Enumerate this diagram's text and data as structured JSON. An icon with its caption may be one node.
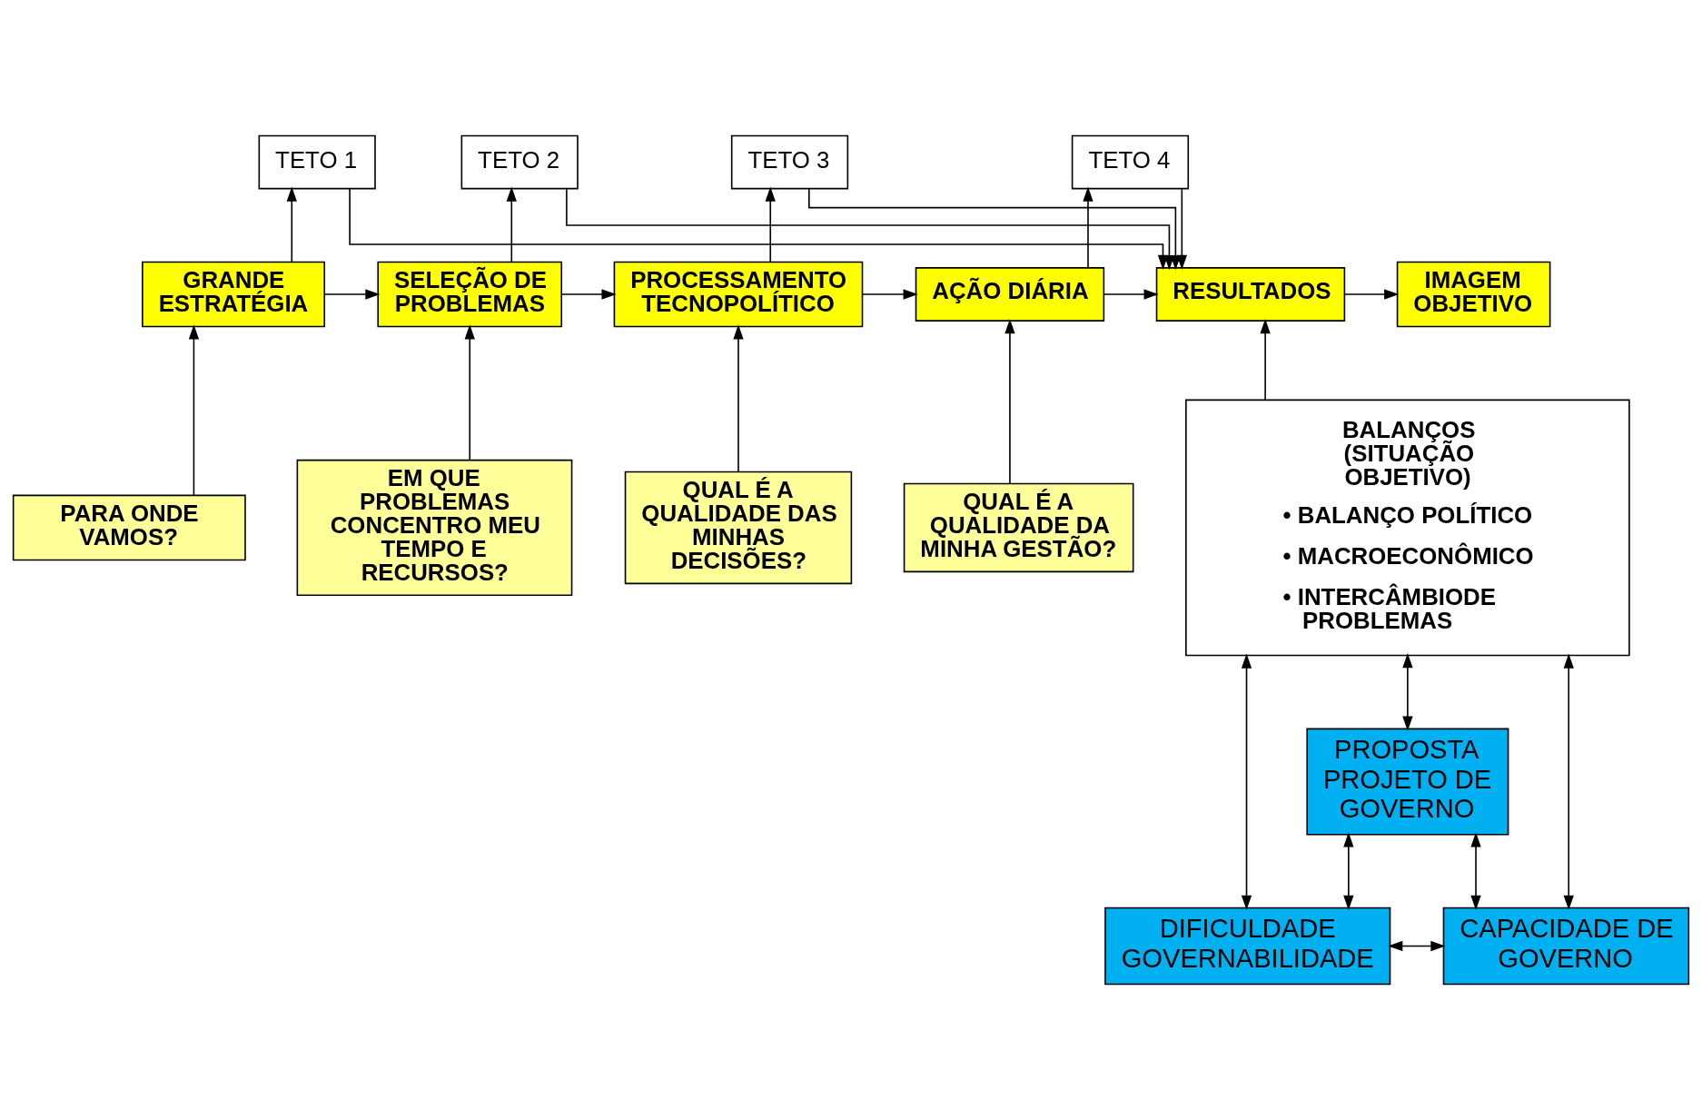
{
  "diagram": {
    "nodes": [
      {
        "text": [
          "TETO 1"
        ]
      },
      {
        "text": [
          "TETO 2"
        ]
      },
      {
        "text": [
          "TETO 3"
        ]
      },
      {
        "text": [
          "TETO 4"
        ]
      },
      {
        "text": [
          "GRANDE ESTRATÉGIA"
        ]
      },
      {
        "text": [
          "SELEÇÃO DE PROBLEMAS"
        ]
      },
      {
        "text": [
          "PROCESSAMENTO TECNOPOLÍTICO"
        ]
      },
      {
        "text": [
          "AÇÃO DIÁRIA"
        ]
      },
      {
        "text": [
          "RESULTADOS"
        ]
      },
      {
        "text": [
          "IMAGEM OBJETIVO"
        ]
      },
      {
        "text": [
          "PARA ONDE VAMOS?"
        ]
      },
      {
        "text": [
          "EM QUE PROBLEMAS CONCENTRO MEU TEMPO E RECURSOS?"
        ]
      },
      {
        "text": [
          "QUAL É A QUALIDADE DAS MINHAS DECISÕES?"
        ]
      },
      {
        "text": [
          "QUAL É A QUALIDADE DA MINHA GESTÃO?"
        ]
      },
      {
        "text": [
          "BALANÇOS (SITUAÇÃO OBJETIVO)",
          "• BALANÇO POLÍTICO",
          "• MACROECONÔMICO",
          "• INTERCÂMBIODE PROBLEMAS"
        ]
      },
      {
        "text": [
          "PROPOSTA PROJETO DE GOVERNO"
        ]
      },
      {
        "text": [
          "DIFICULDADE GOVERNABILIDADE"
        ]
      },
      {
        "text": [
          "CAPACIDADE DE GOVERNO"
        ]
      }
    ],
    "edges": [
      {
        "from": 4,
        "to": 0,
        "arrow": "to"
      },
      {
        "from": 5,
        "to": 1,
        "arrow": "to"
      },
      {
        "from": 6,
        "to": 2,
        "arrow": "to"
      },
      {
        "from": 7,
        "to": 3,
        "arrow": "to"
      },
      {
        "from": 0,
        "to": 8,
        "arrow": "to"
      },
      {
        "from": 1,
        "to": 8,
        "arrow": "to"
      },
      {
        "from": 2,
        "to": 8,
        "arrow": "to"
      },
      {
        "from": 3,
        "to": 8,
        "arrow": "to"
      },
      {
        "from": 4,
        "to": 5,
        "arrow": "to"
      },
      {
        "from": 5,
        "to": 6,
        "arrow": "to"
      },
      {
        "from": 6,
        "to": 7,
        "arrow": "to"
      },
      {
        "from": 7,
        "to": 8,
        "arrow": "to"
      },
      {
        "from": 8,
        "to": 9,
        "arrow": "to"
      },
      {
        "from": 10,
        "to": 4,
        "arrow": "to"
      },
      {
        "from": 11,
        "to": 5,
        "arrow": "to"
      },
      {
        "from": 12,
        "to": 6,
        "arrow": "to"
      },
      {
        "from": 13,
        "to": 7,
        "arrow": "to"
      },
      {
        "from": 14,
        "to": 8,
        "arrow": "to"
      },
      {
        "from": 15,
        "to": 14,
        "arrow": "both"
      },
      {
        "from": 15,
        "to": 16,
        "arrow": "both"
      },
      {
        "from": 15,
        "to": 17,
        "arrow": "both"
      },
      {
        "from": 16,
        "to": 17,
        "arrow": "both"
      },
      {
        "from": 14,
        "to": 17,
        "arrow": "both"
      },
      {
        "from": 14,
        "to": 16,
        "arrow": "both"
      }
    ]
  }
}
